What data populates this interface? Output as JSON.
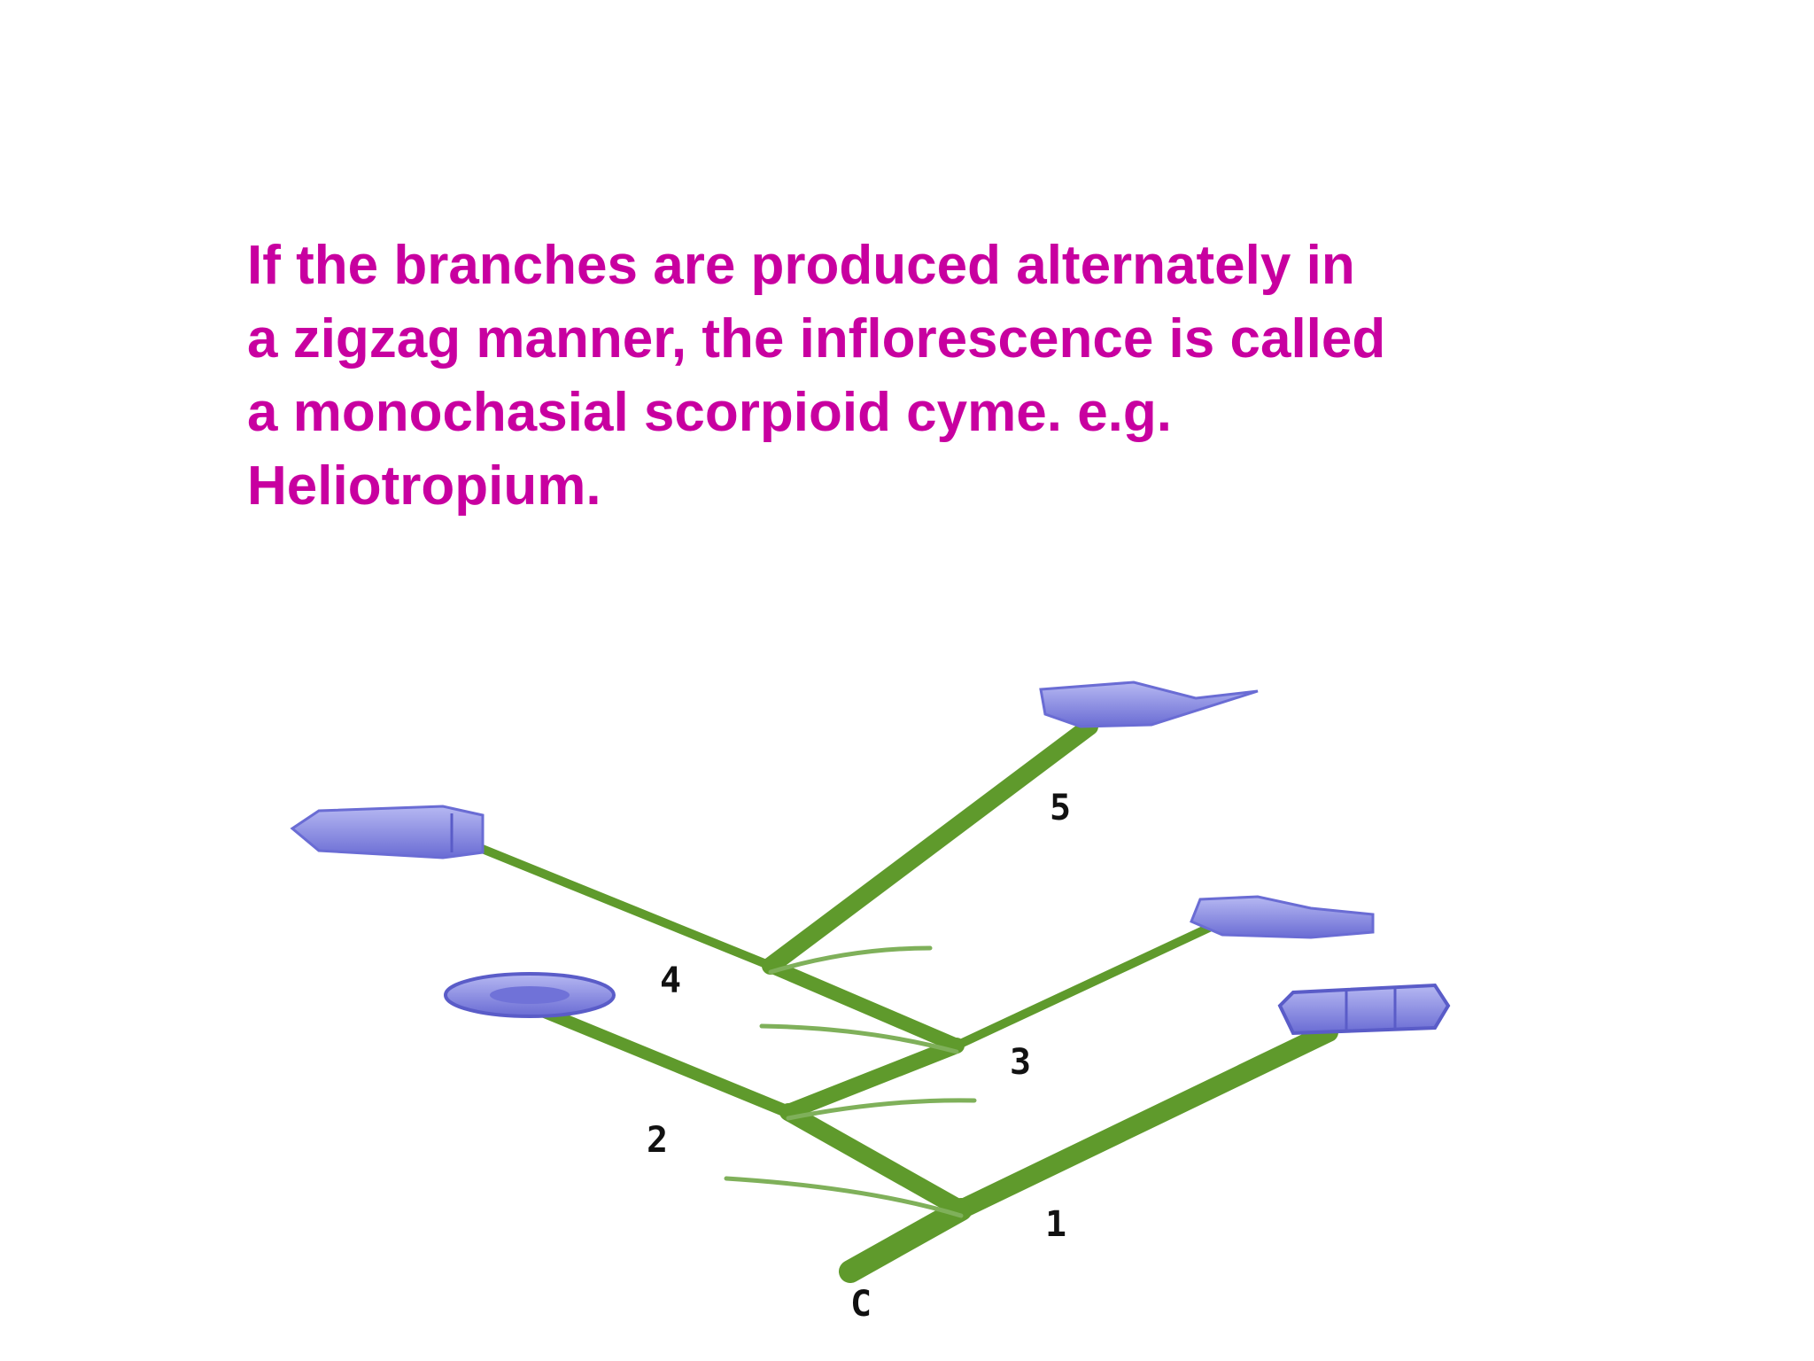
{
  "text": {
    "lines": [
      "If the branches are produced alternately in",
      "a zigzag manner, the inflorescence is called",
      "a monochasial scorpioid cyme. e.g.",
      "Heliotropium."
    ]
  },
  "diagram": {
    "node_labels": [
      "C",
      "1",
      "2",
      "3",
      "4",
      "5"
    ]
  },
  "colors": {
    "text": "#c800a0",
    "stem": "#5f9a2c",
    "stem_dark": "#3d7a1a",
    "flower": "#8c8ee6",
    "flower_dark": "#5a5cc8",
    "label": "#111111"
  }
}
